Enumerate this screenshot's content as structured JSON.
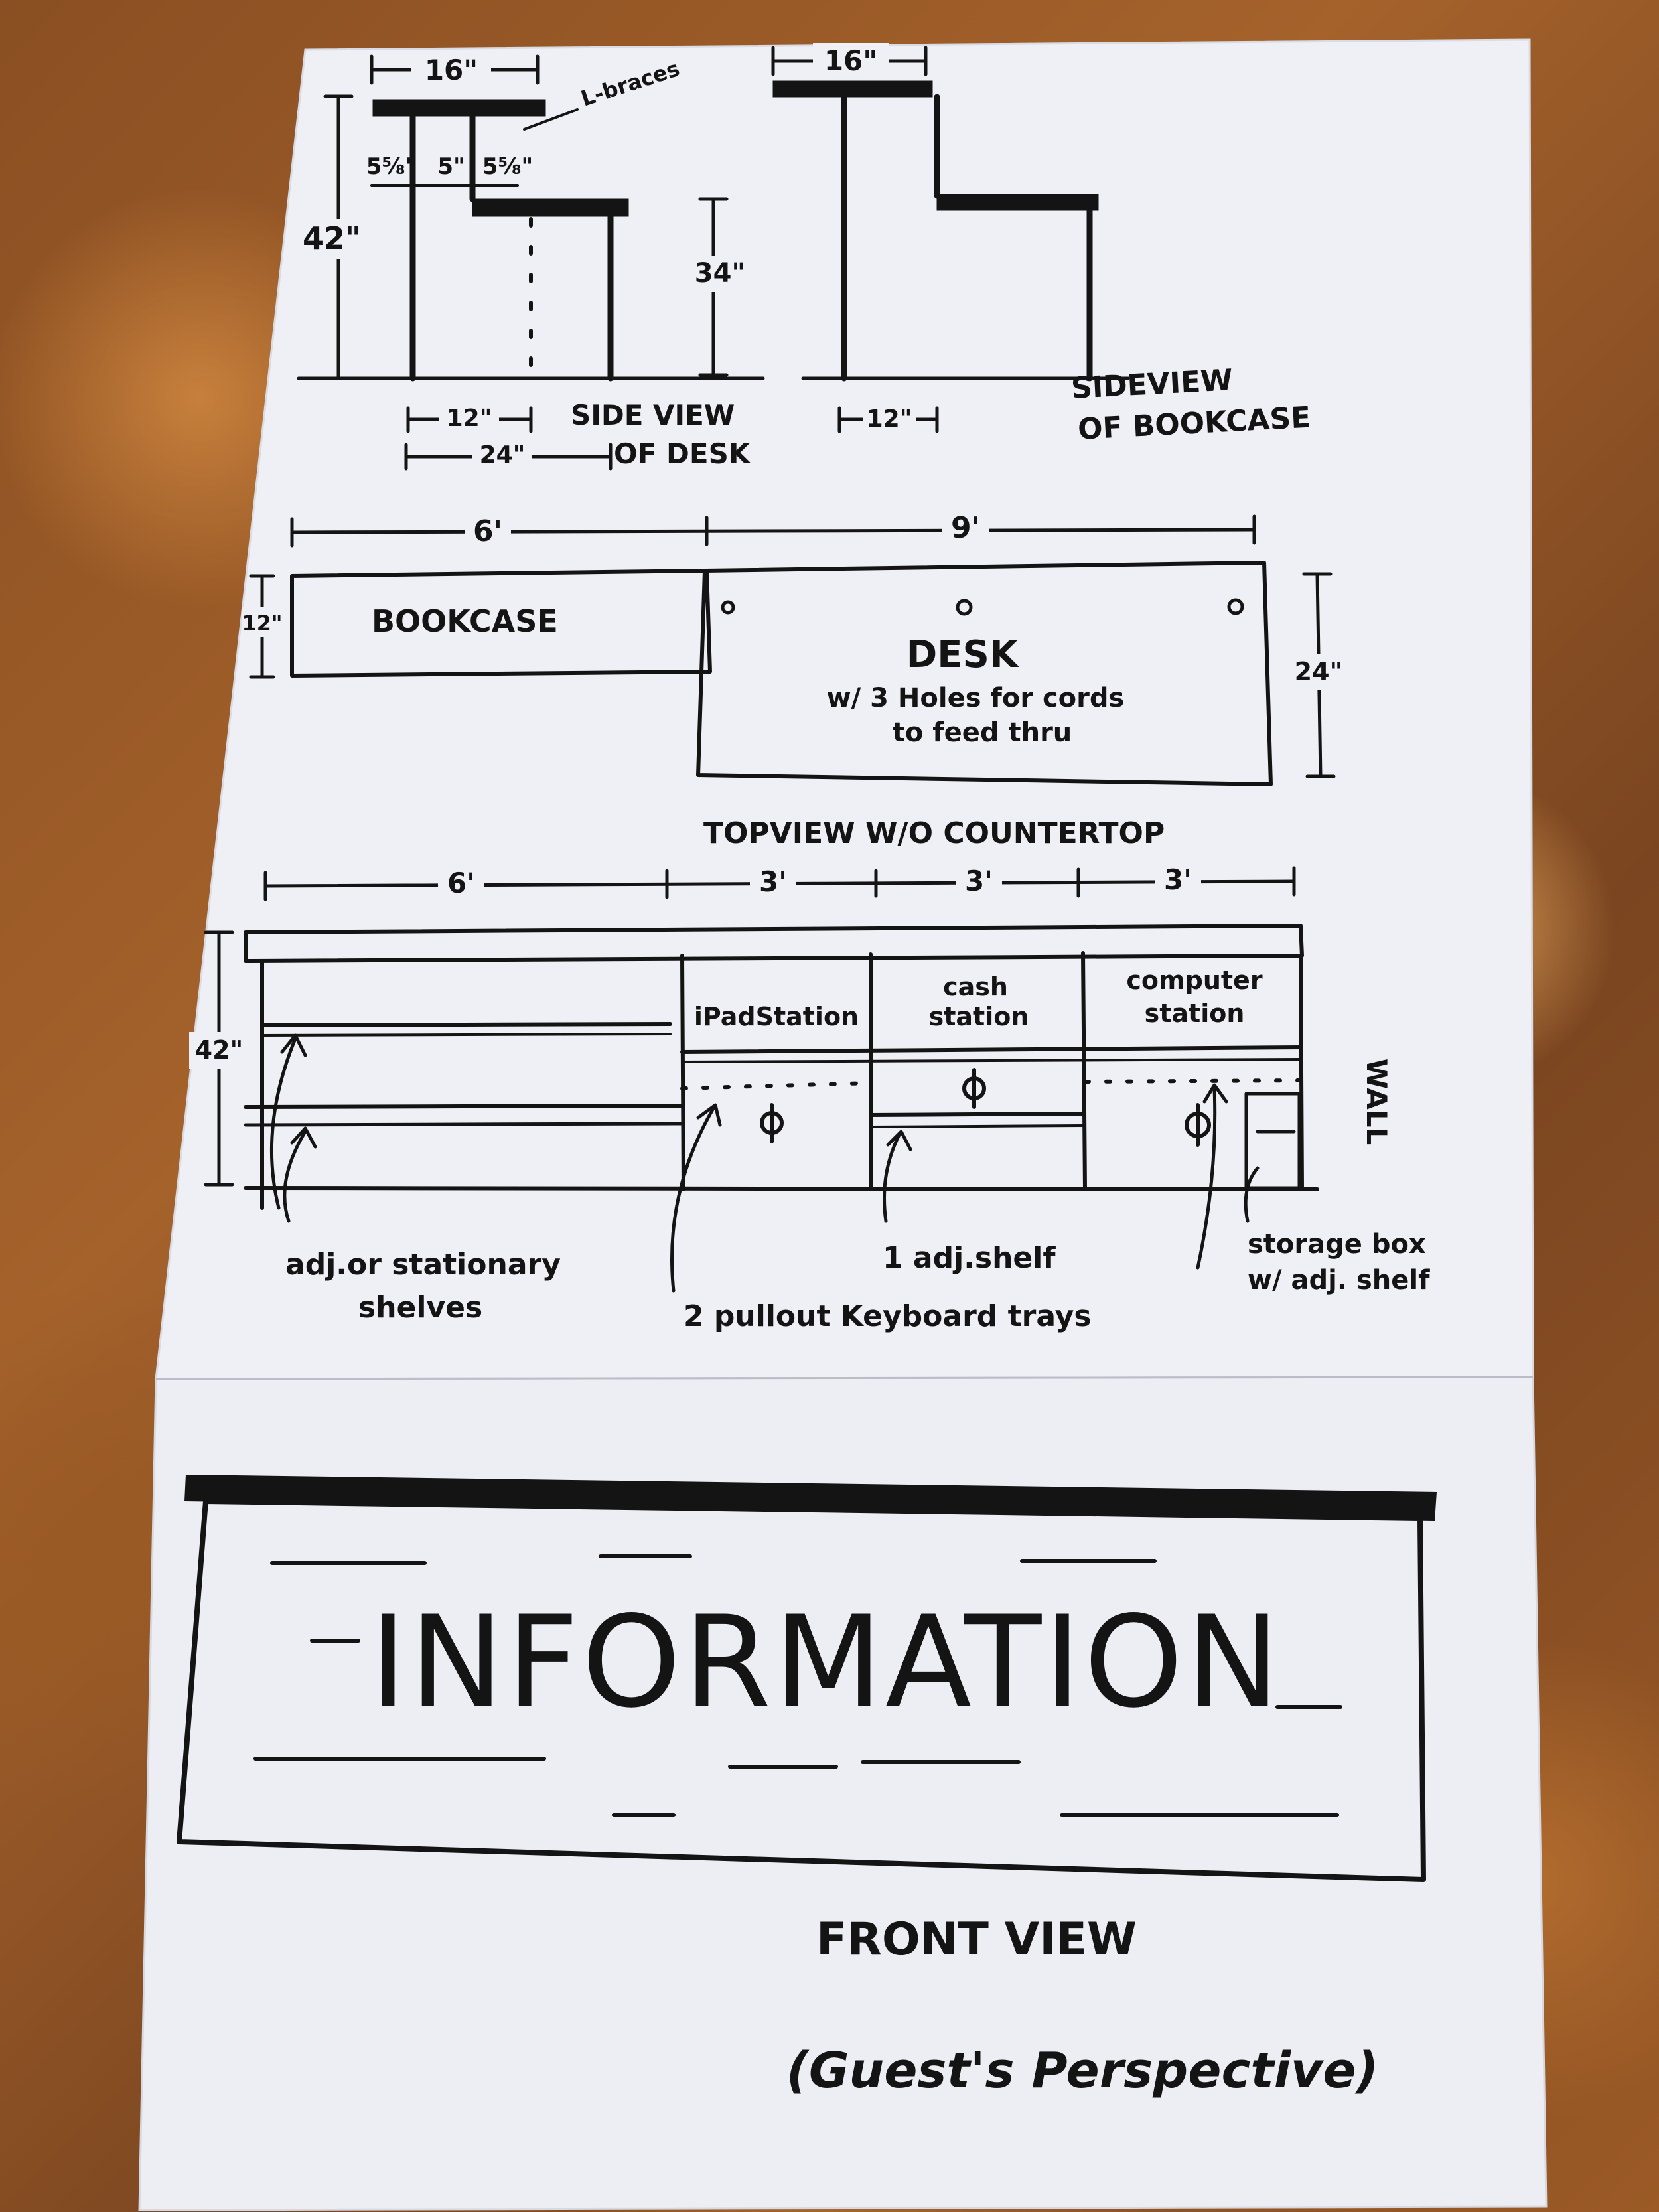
{
  "desk_side_view": {
    "dim_top_width": "16\"",
    "label_l_braces": "L-braces",
    "dim_5_8_left": "5⅝\"",
    "dim_5": "5\"",
    "dim_5_8_right": "5⅝\"",
    "dim_height": "42\"",
    "dim_desk_height": "34\"",
    "dim_12": "12\"",
    "dim_24": "24\"",
    "title_line1": "SIDE VIEW",
    "title_line2": "OF DESK"
  },
  "bookcase_side_view": {
    "dim_top_width": "16\"",
    "dim_12": "12\"",
    "title_line1": "SIDEVIEW",
    "title_line2": "OF BOOKCASE"
  },
  "top_view": {
    "dim_6": "6'",
    "dim_9": "9'",
    "dim_12": "12\"",
    "dim_24": "24\"",
    "bookcase_label": "BOOKCASE",
    "desk_label": "DESK",
    "desk_note_line1": "w/ 3 Holes for cords",
    "desk_note_line2": "to feed thru",
    "title": "TOPVIEW W/O COUNTERTOP"
  },
  "back_view": {
    "dim_6": "6'",
    "dim_3a": "3'",
    "dim_3b": "3'",
    "dim_3c": "3'",
    "dim_height": "42\"",
    "station_ipad": "iPadStation",
    "station_cash_line1": "cash",
    "station_cash_line2": "station",
    "station_computer_line1": "computer",
    "station_computer_line2": "station",
    "wall_label": "WALL",
    "note_shelves_line1": "adj.or stationary",
    "note_shelves_line2": "shelves",
    "note_adj_shelf": "1 adj.shelf",
    "note_trays": "2 pullout Keyboard trays",
    "note_storage_line1": "storage box",
    "note_storage_line2": "w/ adj. shelf"
  },
  "front_view": {
    "sign_text": "INFORMATION",
    "title": "FRONT VIEW",
    "subtitle": "(Guest's Perspective)"
  }
}
